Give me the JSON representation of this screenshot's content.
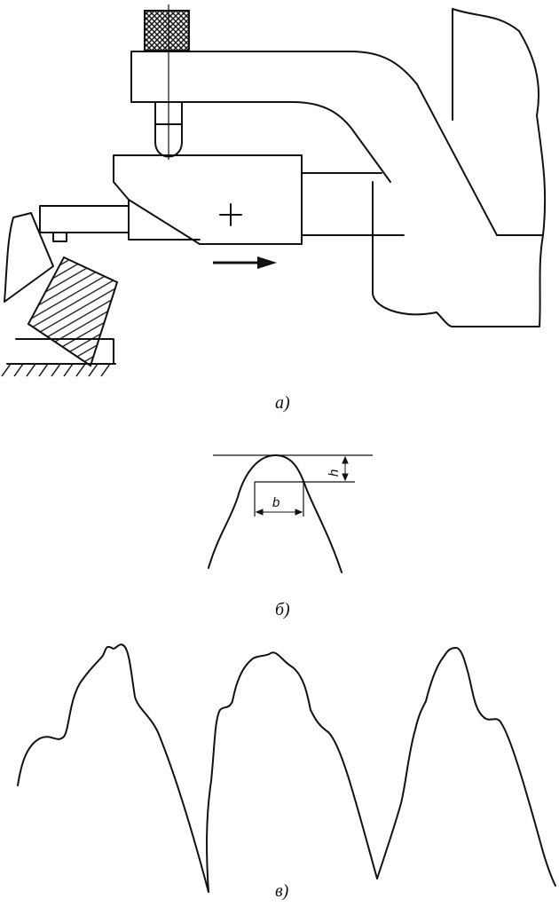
{
  "labels": {
    "fig_a": "а)",
    "fig_b": "б)",
    "fig_c": "в)",
    "dim_h": "h",
    "dim_b": "b"
  },
  "colors": {
    "ink": "#111111",
    "paper": "#ffffff"
  }
}
